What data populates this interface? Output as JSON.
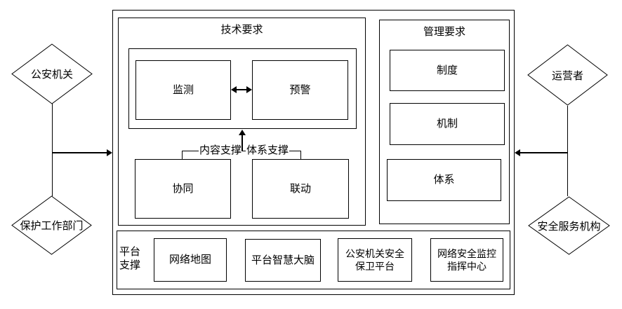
{
  "actors": {
    "left_top": "公安机关",
    "left_bottom": "保护工作部门",
    "right_top": "运营者",
    "right_bottom": "安全服务机构"
  },
  "technical": {
    "title": "技术要求",
    "monitor": "监测",
    "early_warning": "预警",
    "coordination": "协同",
    "linkage": "联动",
    "content_support_label": "内容支撑",
    "system_support_label": "体系支撑"
  },
  "management": {
    "title": "管理要求",
    "items": [
      "制度",
      "机制",
      "体系"
    ]
  },
  "platform": {
    "label": "平台\n支撑",
    "items": [
      "网络地图",
      "平台智慧大脑",
      "公安机关安全\n保卫平台",
      "网络安全监控\n指挥中心"
    ]
  },
  "colors": {
    "line": "#000000",
    "box_fill": "#ffffff",
    "background": "#ffffff"
  }
}
